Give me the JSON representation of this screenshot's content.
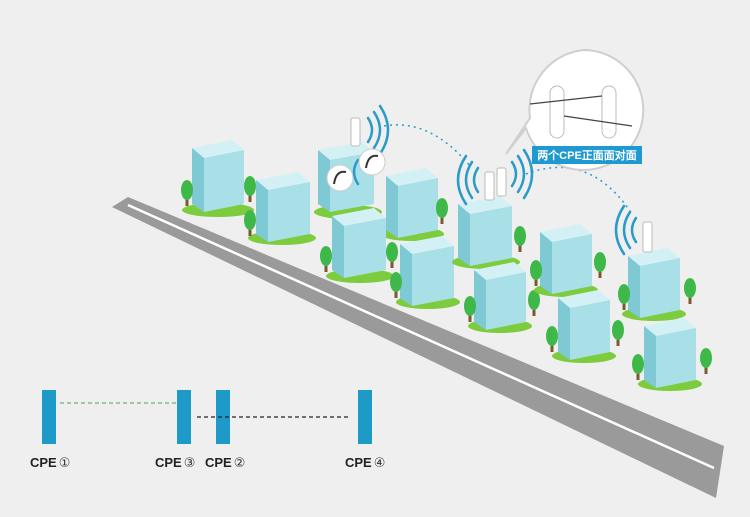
{
  "callout": {
    "text": "两个CPE正面面对面"
  },
  "legend": {
    "cpe1": {
      "name": "CPE",
      "num": "①"
    },
    "cpe3": {
      "name": "CPE",
      "num": "③"
    },
    "cpe2": {
      "name": "CPE",
      "num": "②"
    },
    "cpe4": {
      "name": "CPE",
      "num": "④"
    }
  },
  "colors": {
    "background": "#efefef",
    "road": "#9a9a9a",
    "road_line": "#ffffff",
    "building_front": "#a9dfe6",
    "building_side": "#7fc9d4",
    "building_top": "#d3f1f4",
    "grass": "#7ccc3e",
    "tree": "#3fb84a",
    "signal": "#2a9ac8",
    "cpe_bar": "#1e9ac9",
    "callout_label_bg": "#1f9ad1",
    "link_dash_green": "#6bb47a",
    "link_dash_black": "#222222"
  }
}
